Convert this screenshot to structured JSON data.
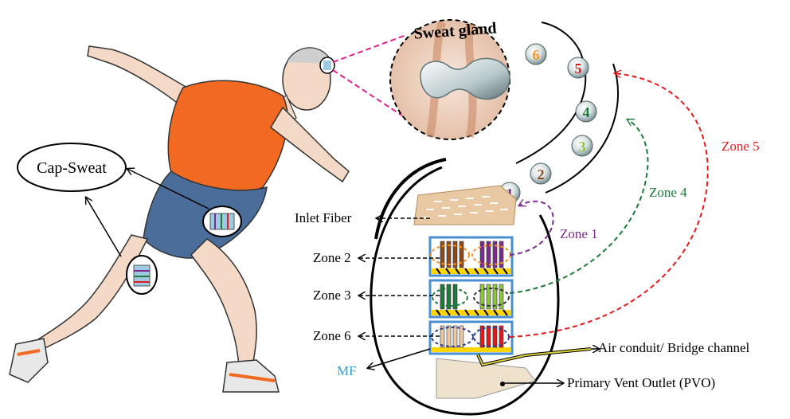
{
  "labels": {
    "cap_sweat": "Cap-Sweat",
    "sweat_gland": "Sweat gland",
    "inlet_fiber": "Inlet Fiber",
    "zone1": "Zone 1",
    "zone2": "Zone 2",
    "zone3": "Zone 3",
    "zone4": "Zone 4",
    "zone5": "Zone 5",
    "zone6": "Zone 6",
    "air_conduit": "Air conduit/ Bridge channel",
    "mf": "MF",
    "pvo": "Primary Vent Outlet (PVO)"
  },
  "badges": [
    {
      "text": "1",
      "color": "#6a2c91"
    },
    {
      "text": "2",
      "color": "#8b4a1c"
    },
    {
      "text": "3",
      "color": "#8dc63f"
    },
    {
      "text": "4",
      "color": "#1e7a3a"
    },
    {
      "text": "5",
      "color": "#d7191c"
    },
    {
      "text": "6",
      "color": "#f7941d"
    }
  ],
  "colors": {
    "zone1": "#7b2d8e",
    "zone4": "#1e7a3a",
    "zone5": "#e31a1c",
    "mf": "#29a3dc",
    "shirt": "#f26a21",
    "shorts": "#4a6d9a",
    "skin": "#f3d9c6"
  }
}
